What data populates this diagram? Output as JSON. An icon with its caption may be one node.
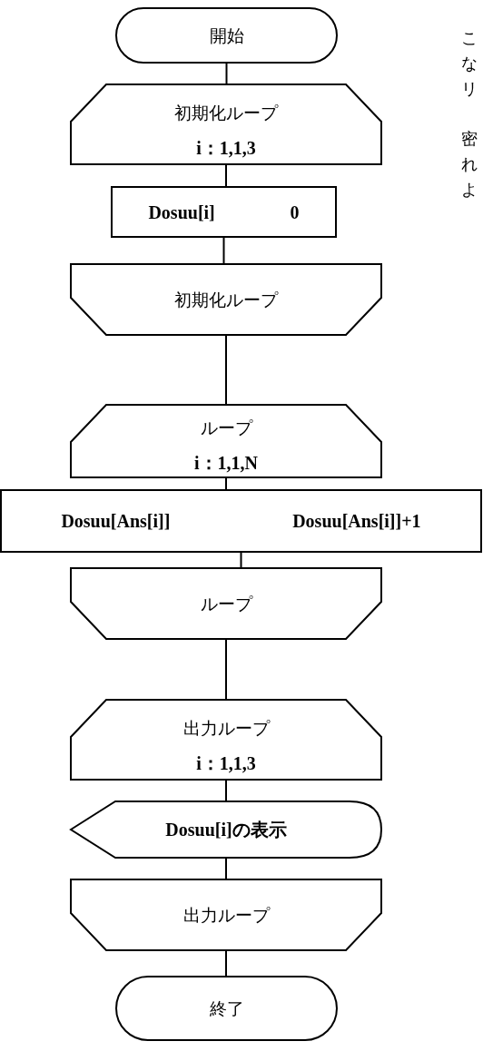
{
  "diagram": {
    "nodes": [
      {
        "text": [
          "開始"
        ]
      },
      {
        "text": [
          "初期化ループ",
          "i：1,1,3"
        ]
      },
      {
        "text": [
          "Dosuu[i]",
          "0"
        ]
      },
      {
        "text": [
          "初期化ループ"
        ]
      },
      {
        "text": [
          "ループ",
          "i：1,1,N"
        ]
      },
      {
        "text": [
          "Dosuu[Ans[i]]",
          "Dosuu[Ans[i]]+1"
        ]
      },
      {
        "text": [
          "ループ"
        ]
      },
      {
        "text": [
          "出力ループ",
          "i：1,1,3"
        ]
      },
      {
        "text": [
          "Dosuu[i]の表示"
        ]
      },
      {
        "text": [
          "出力ループ"
        ]
      },
      {
        "text": [
          "終了"
        ]
      }
    ],
    "edges": [
      {
        "from": 0,
        "to": 1,
        "arrow": "none"
      },
      {
        "from": 1,
        "to": 2,
        "arrow": "none"
      },
      {
        "from": 2,
        "to": 3,
        "arrow": "none"
      },
      {
        "from": 3,
        "to": 4,
        "arrow": "none"
      },
      {
        "from": 4,
        "to": 5,
        "arrow": "none"
      },
      {
        "from": 5,
        "to": 6,
        "arrow": "none"
      },
      {
        "from": 6,
        "to": 7,
        "arrow": "none"
      },
      {
        "from": 7,
        "to": 8,
        "arrow": "none"
      },
      {
        "from": 8,
        "to": 9,
        "arrow": "none"
      },
      {
        "from": 9,
        "to": 10,
        "arrow": "none"
      }
    ],
    "labels": [
      "こ",
      "な",
      "リ",
      "密",
      "れ",
      "よ"
    ]
  }
}
